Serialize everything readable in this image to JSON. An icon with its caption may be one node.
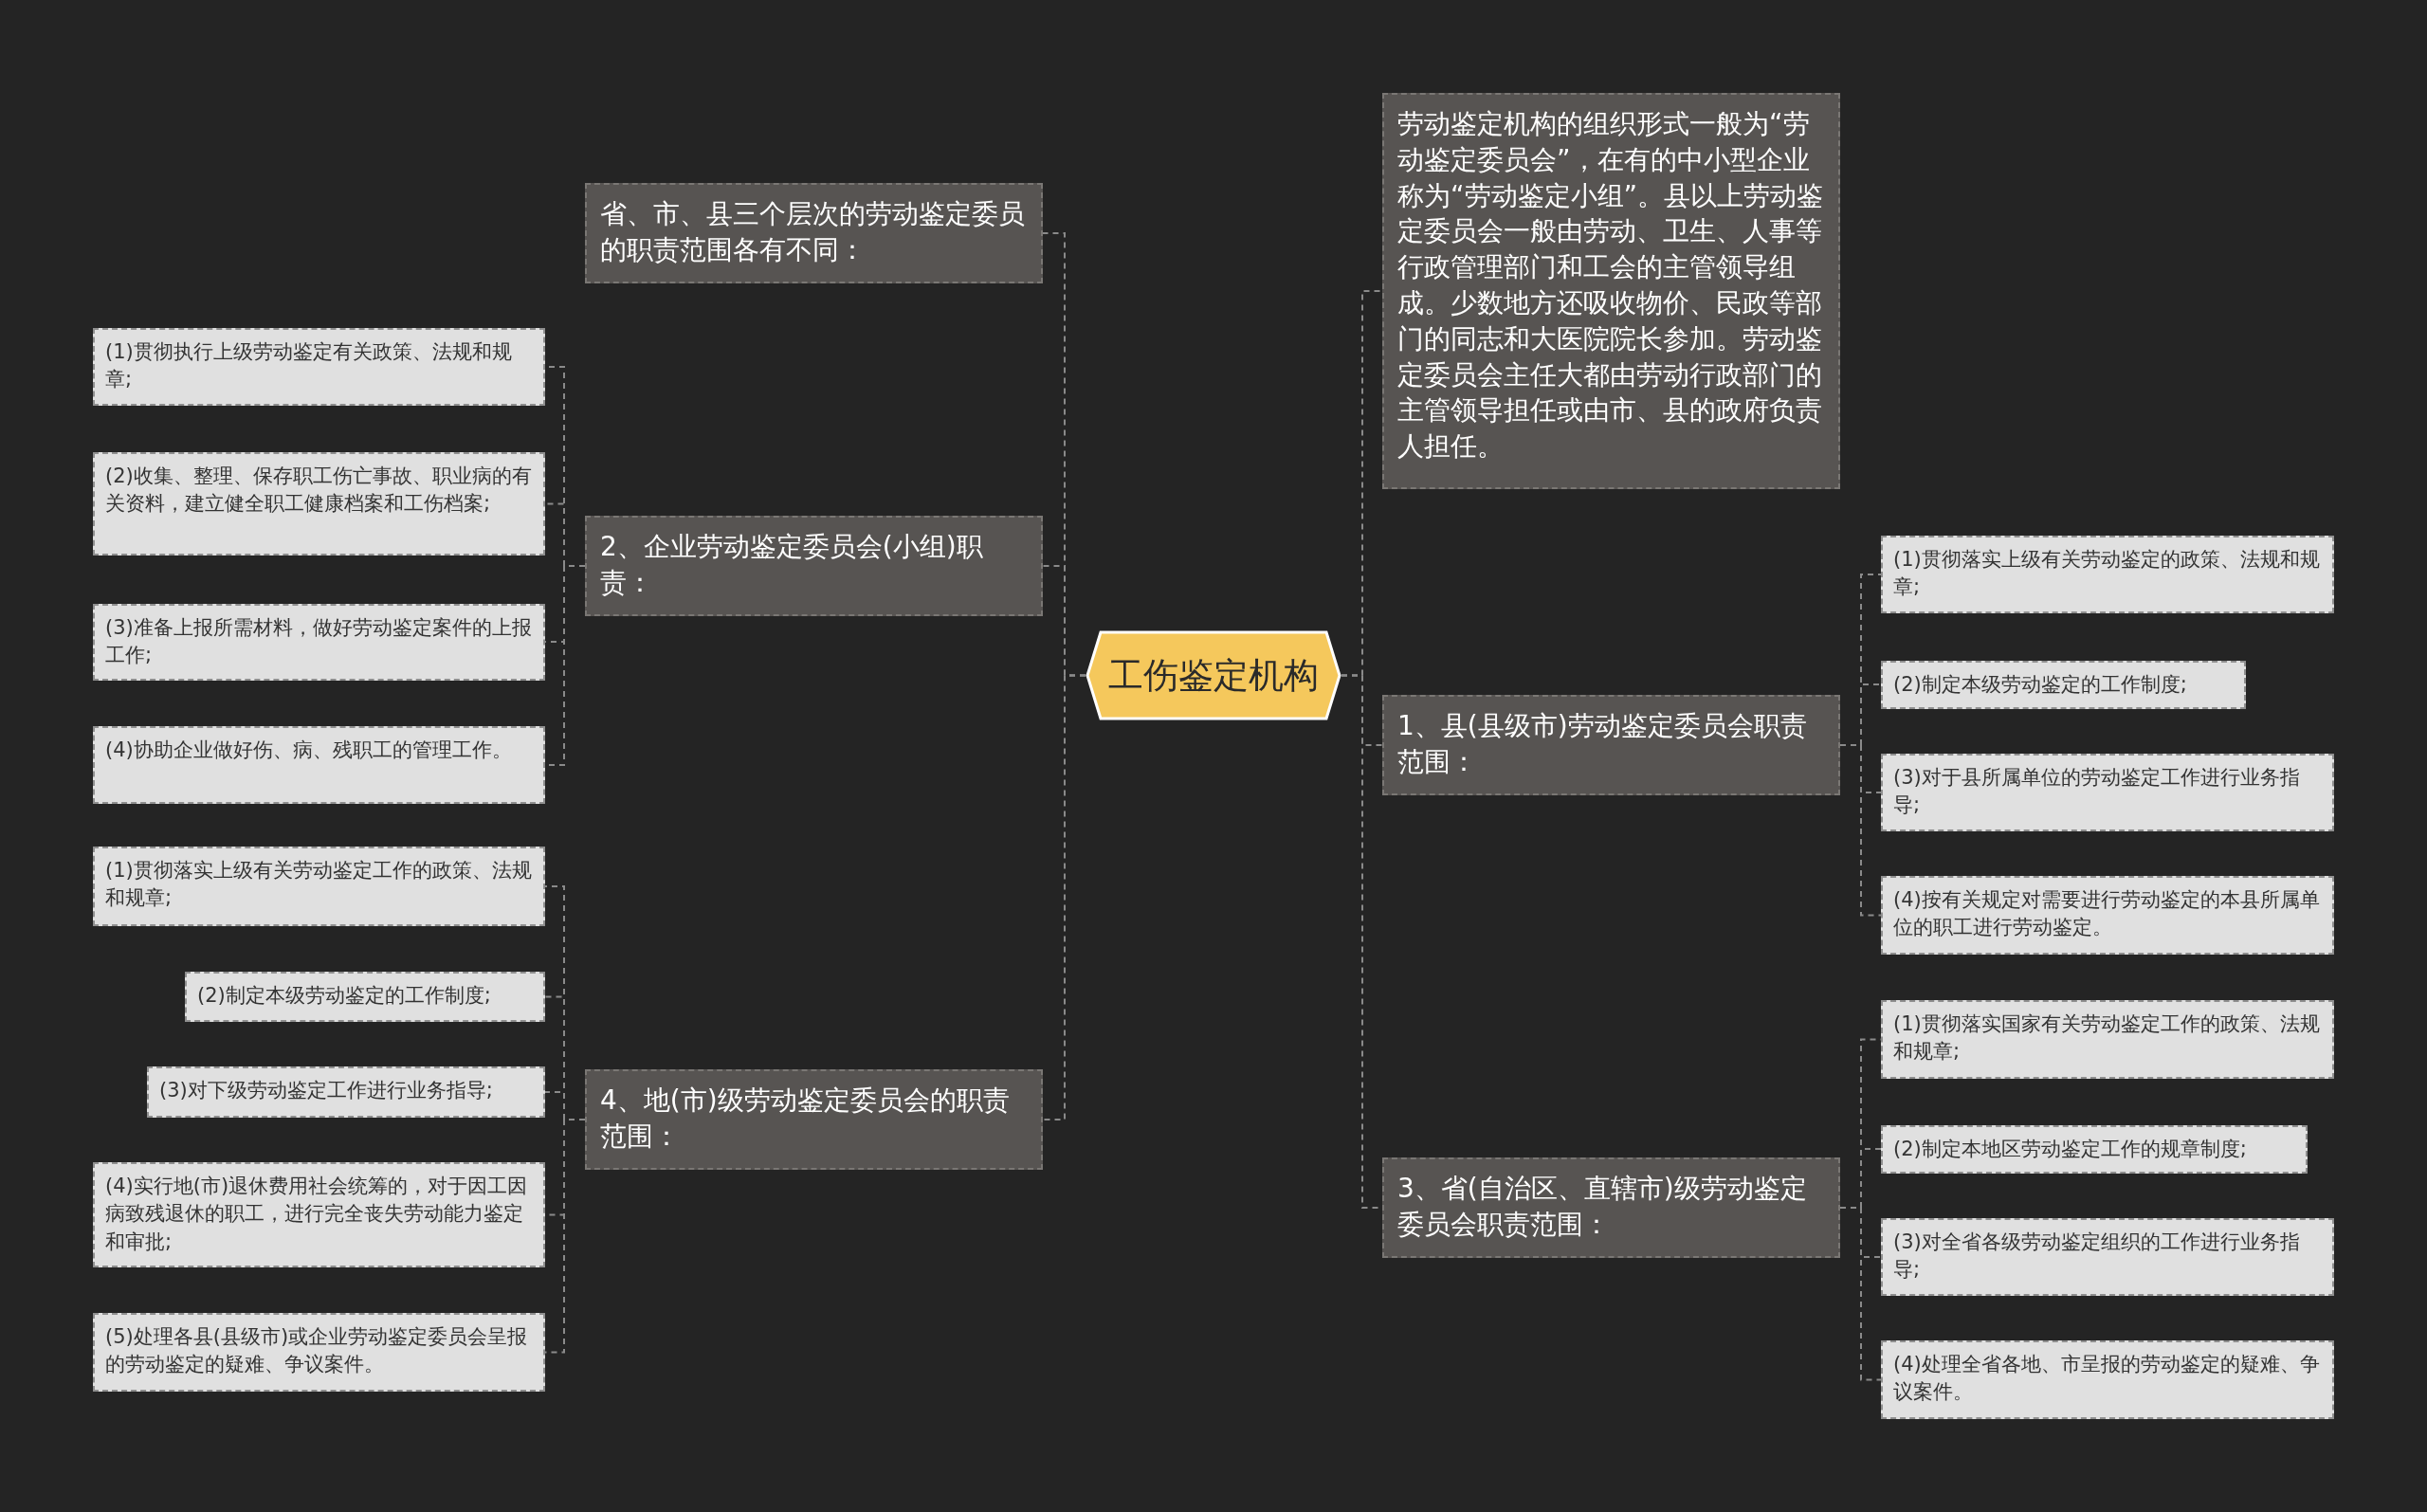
{
  "diagram": {
    "nodes": [
      {
        "text": [
          "工伤鉴定机构"
        ]
      },
      {
        "text": [
          "劳动鉴定机构的组织形式一般为“劳动鉴定委员会”，在有的中小型企业称为“劳动鉴定小组”。县以上劳动鉴定委员会一般由劳动、卫生、人事等行政管理部门和工会的主管领导组成。少数地方还吸收物价、民政等部门的同志和大医院院长参加。劳动鉴定委员会主任大都由劳动行政部门的主管领导担任或由市、县的政府负责人担任。"
        ]
      },
      {
        "text": [
          "1、县(县级市)劳动鉴定委员会职责范围："
        ]
      },
      {
        "text": [
          "(1)贯彻落实上级有关劳动鉴定的政策、法规和规章;"
        ]
      },
      {
        "text": [
          "(2)制定本级劳动鉴定的工作制度;"
        ]
      },
      {
        "text": [
          "(3)对于县所属单位的劳动鉴定工作进行业务指导;"
        ]
      },
      {
        "text": [
          "(4)按有关规定对需要进行劳动鉴定的本县所属单位的职工进行劳动鉴定。"
        ]
      },
      {
        "text": [
          "3、省(自治区、直辖市)级劳动鉴定委员会职责范围："
        ]
      },
      {
        "text": [
          "(1)贯彻落实国家有关劳动鉴定工作的政策、法规和规章;"
        ]
      },
      {
        "text": [
          "(2)制定本地区劳动鉴定工作的规章制度;"
        ]
      },
      {
        "text": [
          "(3)对全省各级劳动鉴定组织的工作进行业务指导;"
        ]
      },
      {
        "text": [
          "(4)处理全省各地、市呈报的劳动鉴定的疑难、争议案件。"
        ]
      },
      {
        "text": [
          "省、市、县三个层次的劳动鉴定委员的职责范围各有不同："
        ]
      },
      {
        "text": [
          "2、企业劳动鉴定委员会(小组)职责："
        ]
      },
      {
        "text": [
          "(1)贯彻执行上级劳动鉴定有关政策、法规和规章;"
        ]
      },
      {
        "text": [
          "(2)收集、整理、保存职工伤亡事故、职业病的有关资料，建立健全职工健康档案和工伤档案;"
        ]
      },
      {
        "text": [
          "(3)准备上报所需材料，做好劳动鉴定案件的上报工作;"
        ]
      },
      {
        "text": [
          "(4)协助企业做好伤、病、残职工的管理工作。"
        ]
      },
      {
        "text": [
          "4、地(市)级劳动鉴定委员会的职责范围："
        ]
      },
      {
        "text": [
          "(1)贯彻落实上级有关劳动鉴定工作的政策、法规和规章;"
        ]
      },
      {
        "text": [
          "(2)制定本级劳动鉴定的工作制度;"
        ]
      },
      {
        "text": [
          "(3)对下级劳动鉴定工作进行业务指导;"
        ]
      },
      {
        "text": [
          "(4)实行地(市)退休费用社会统筹的，对于因工因病致残退休的职工，进行完全丧失劳动能力鉴定和审批;"
        ]
      },
      {
        "text": [
          "(5)处理各县(县级市)或企业劳动鉴定委员会呈报的劳动鉴定的疑难、争议案件。"
        ]
      }
    ],
    "edges": [
      {
        "from": 0,
        "to": 1,
        "arrow": "none"
      },
      {
        "from": 0,
        "to": 2,
        "arrow": "none"
      },
      {
        "from": 2,
        "to": 3,
        "arrow": "none"
      },
      {
        "from": 2,
        "to": 4,
        "arrow": "none"
      },
      {
        "from": 2,
        "to": 5,
        "arrow": "none"
      },
      {
        "from": 2,
        "to": 6,
        "arrow": "none"
      },
      {
        "from": 0,
        "to": 7,
        "arrow": "none"
      },
      {
        "from": 7,
        "to": 8,
        "arrow": "none"
      },
      {
        "from": 7,
        "to": 9,
        "arrow": "none"
      },
      {
        "from": 7,
        "to": 10,
        "arrow": "none"
      },
      {
        "from": 7,
        "to": 11,
        "arrow": "none"
      },
      {
        "from": 0,
        "to": 12,
        "arrow": "none"
      },
      {
        "from": 0,
        "to": 13,
        "arrow": "none"
      },
      {
        "from": 13,
        "to": 14,
        "arrow": "none"
      },
      {
        "from": 13,
        "to": 15,
        "arrow": "none"
      },
      {
        "from": 13,
        "to": 16,
        "arrow": "none"
      },
      {
        "from": 13,
        "to": 17,
        "arrow": "none"
      },
      {
        "from": 0,
        "to": 18,
        "arrow": "none"
      },
      {
        "from": 18,
        "to": 19,
        "arrow": "none"
      },
      {
        "from": 18,
        "to": 20,
        "arrow": "none"
      },
      {
        "from": 18,
        "to": 21,
        "arrow": "none"
      },
      {
        "from": 18,
        "to": 22,
        "arrow": "none"
      },
      {
        "from": 18,
        "to": 23,
        "arrow": "none"
      }
    ]
  }
}
